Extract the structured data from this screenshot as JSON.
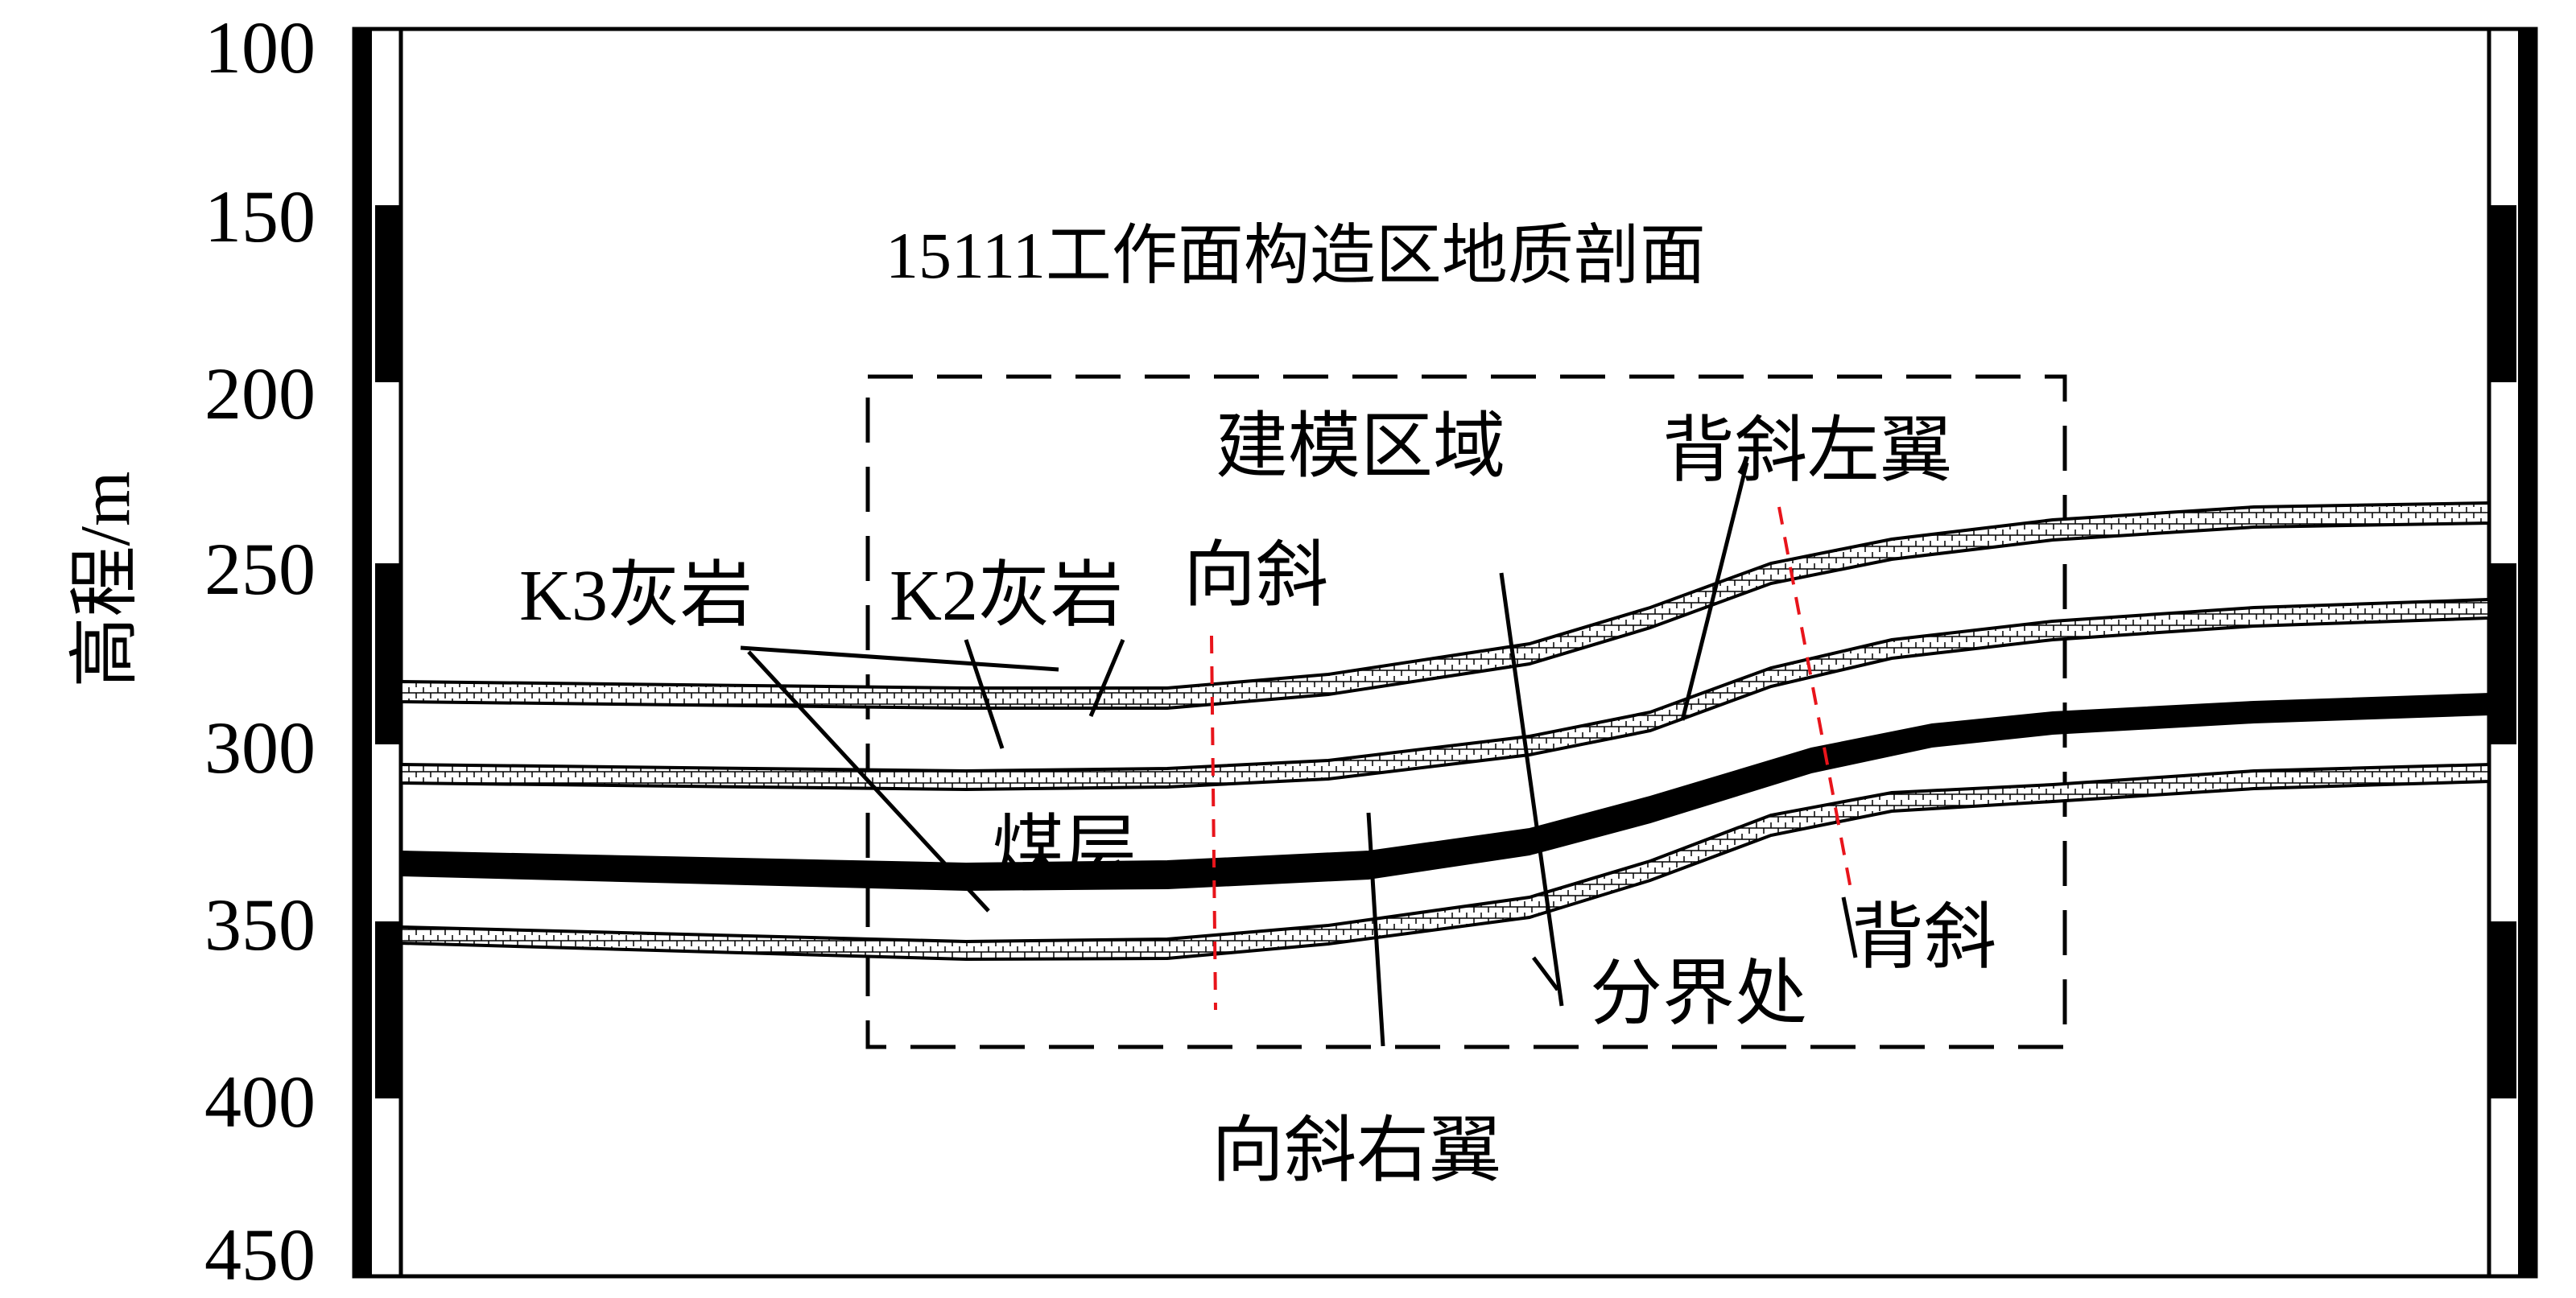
{
  "figure": {
    "title": "15111工作面构造区地质剖面",
    "y_axis": {
      "label": "高程/m",
      "ticks": [
        "100",
        "150",
        "200",
        "250",
        "300",
        "350",
        "400",
        "450"
      ]
    },
    "region_label": "建模区域",
    "labels": {
      "k3": "K3灰岩",
      "k2": "K2灰岩",
      "syncline": "向斜",
      "coal": "煤层",
      "anticline_left_limb": "背斜左翼",
      "anticline": "背斜",
      "boundary": "分界处",
      "syncline_right_limb": "向斜右翼"
    },
    "colors": {
      "line": "#000000",
      "axis_trace": "#e8141b",
      "background": "#ffffff"
    }
  }
}
